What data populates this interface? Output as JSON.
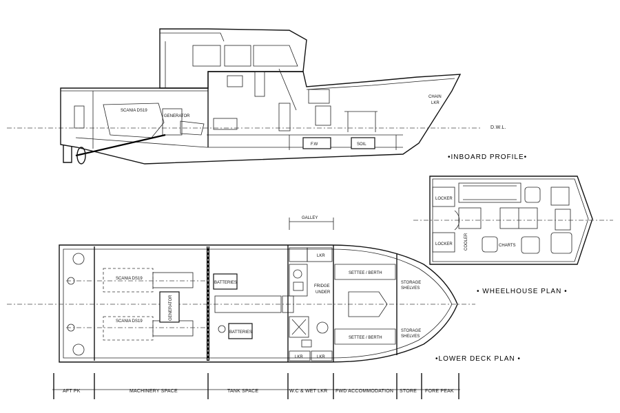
{
  "views": {
    "profile_title": "•INBOARD PROFILE•",
    "wheelhouse_title": "• WHEELHOUSE PLAN •",
    "lowerdeck_title": "•LOWER DECK PLAN •"
  },
  "profile": {
    "engine": "SCANIA DS19",
    "generator": "GENERATOR",
    "chain_locker_1": "CHAIN",
    "chain_locker_2": "LKR",
    "dwl": "D.W.L.",
    "fw_tank": "F.W",
    "soil_tank": "SOIL"
  },
  "wheelhouse": {
    "locker_top": "LOCKER",
    "locker_bottom": "LOCKER",
    "cooler": "COOLER",
    "charts": "CHARTS"
  },
  "lowerdeck": {
    "galley": "GALLEY",
    "engine_port": "SCANIA DS19",
    "engine_stbd": "SCANIA DS19",
    "generator": "GENERATOR",
    "batteries_1": "BATTERIES",
    "batteries_2": "BATTERIES",
    "lkr_top": "LKR",
    "fridge_1": "FRIDGE",
    "fridge_2": "UNDER",
    "settee_top": "SETTEE / BERTH",
    "settee_bottom": "SETTEE / BERTH",
    "storage_top_1": "STORAGE",
    "storage_top_2": "SHELVES",
    "storage_bottom_1": "STORAGE",
    "storage_bottom_2": "SHELVES",
    "lkr_bl": "LKR",
    "lkr_br": "LKR"
  },
  "spaces": [
    "AFT PK",
    "MACHINERY SPACE",
    "TANK SPACE",
    "W.C & WET LKR",
    "FWD ACCOMMODATION",
    "STORE",
    "FORE PEAK"
  ]
}
